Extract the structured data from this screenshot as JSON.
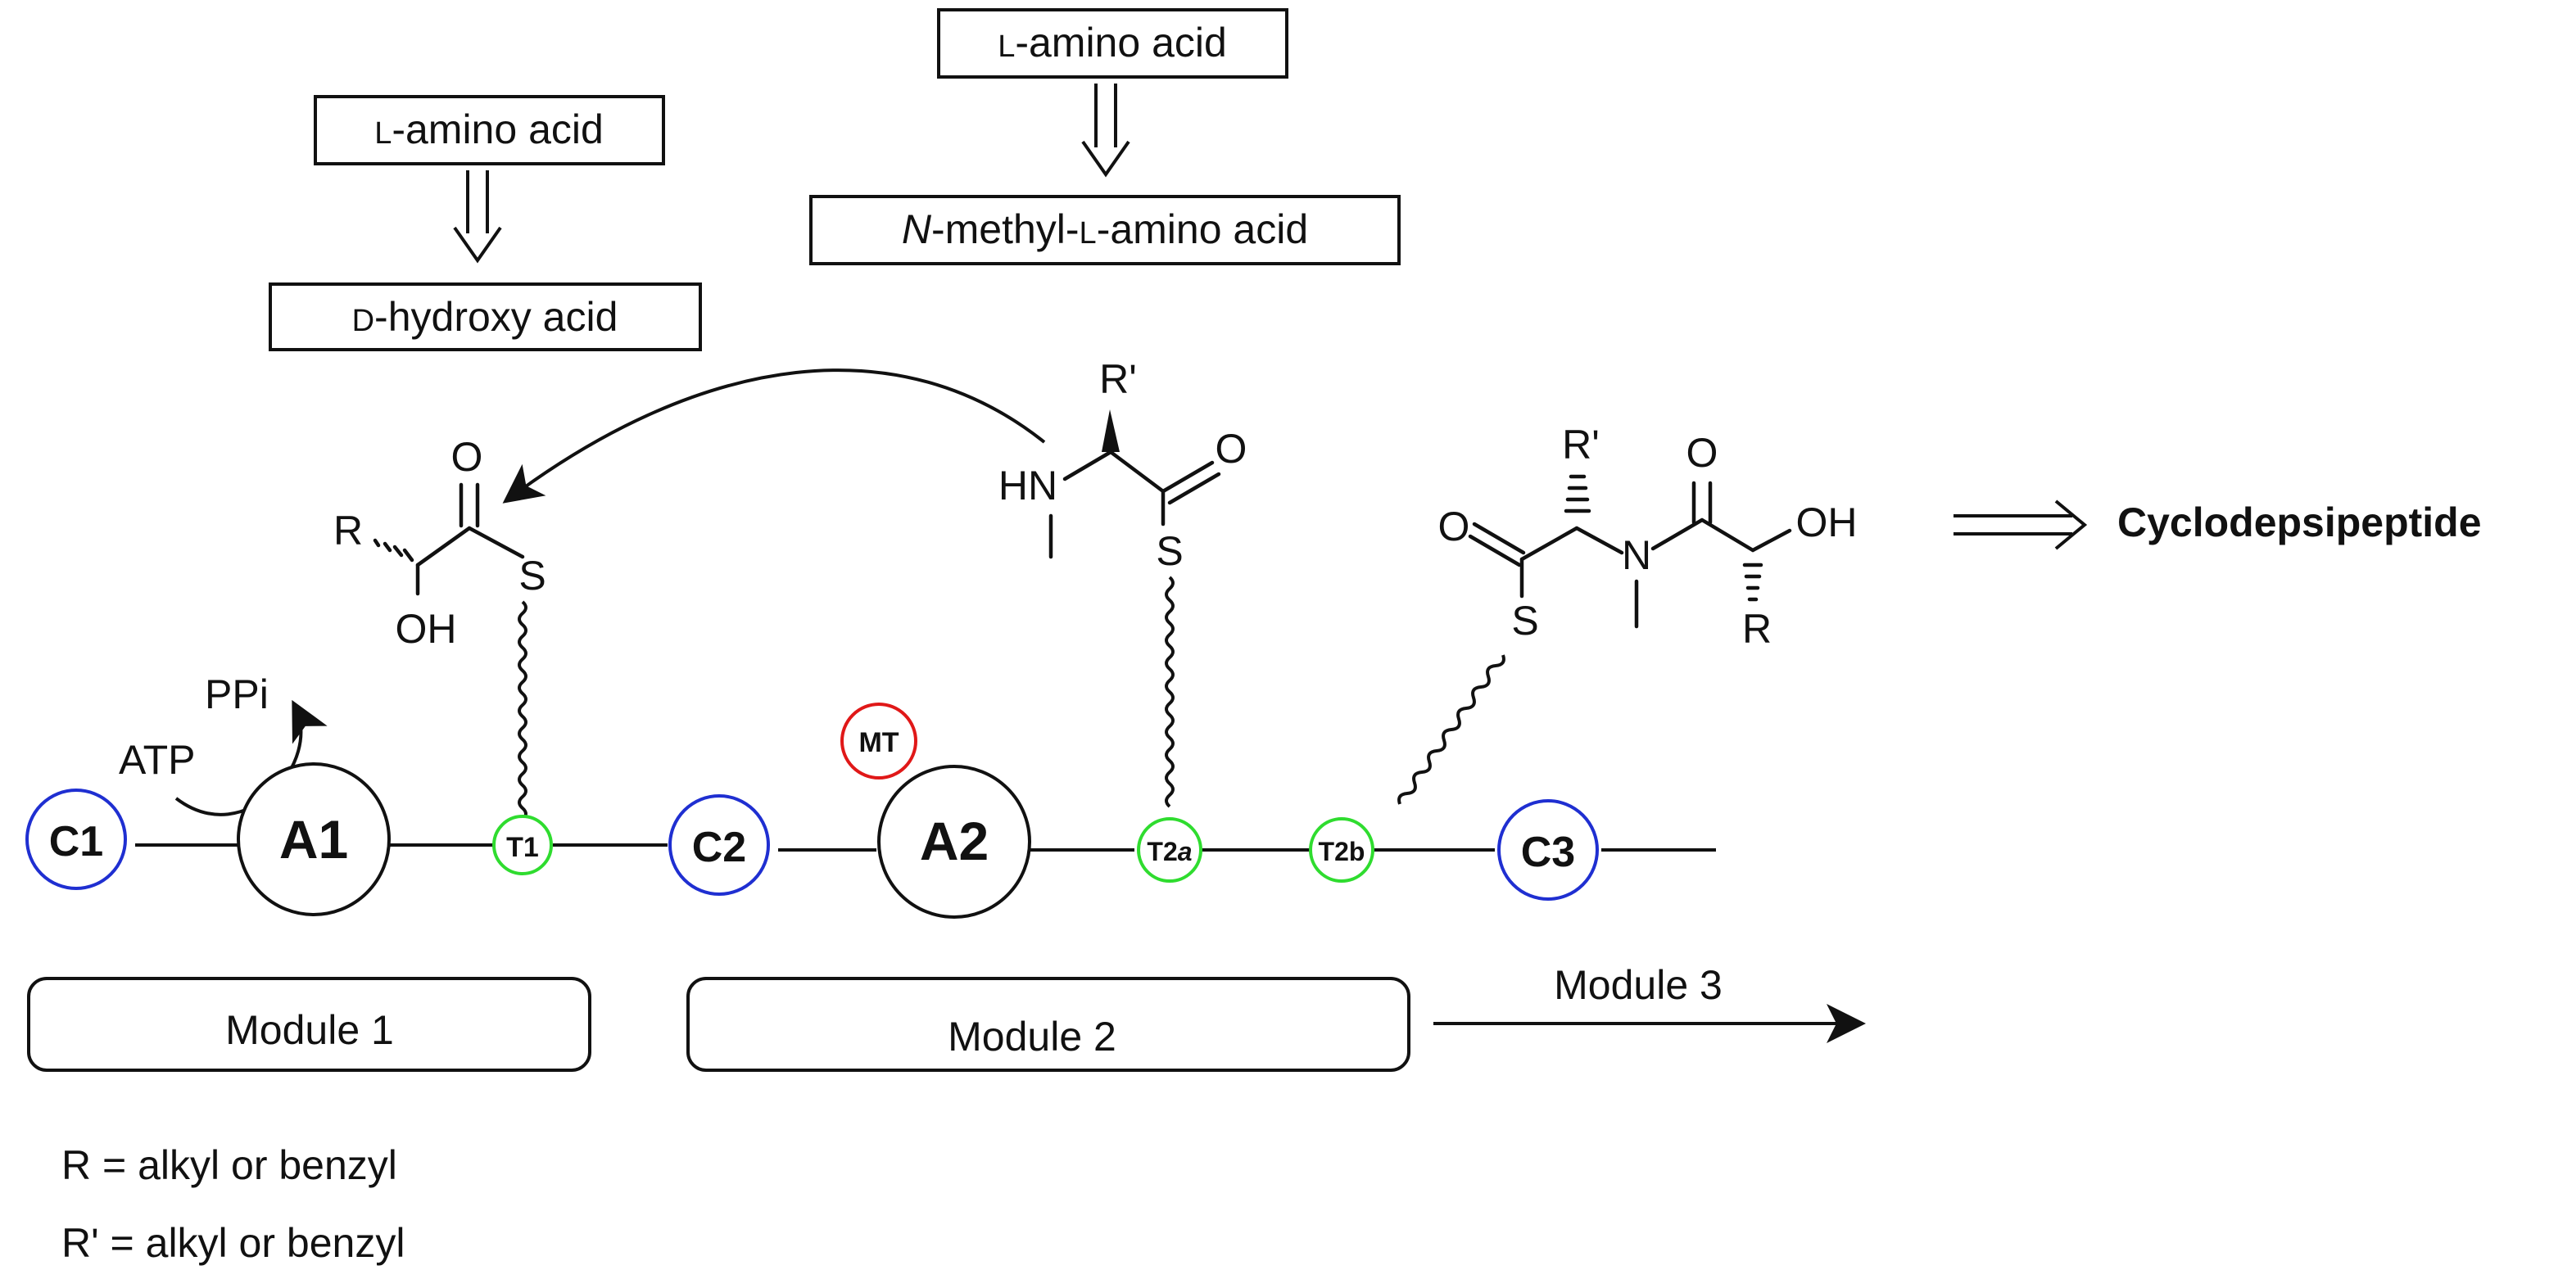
{
  "boxes": {
    "l_amino_acid_1": {
      "prefix": "L",
      "rest": "-amino acid"
    },
    "d_hydroxy_acid": {
      "prefix": "D",
      "rest": "-hydroxy acid"
    },
    "l_amino_acid_2": {
      "prefix": "L",
      "rest": "-amino acid"
    },
    "n_methyl_amino_acid": {
      "italic": "N",
      "mid": "-methyl-",
      "prefix": "L",
      "rest": "-amino acid"
    }
  },
  "product": "Cyclodepsipeptide",
  "atoms": {
    "r": "R",
    "o": "O",
    "s": "S",
    "oh": "OH",
    "hn": "HN",
    "r_prime": "R'",
    "n": "N"
  },
  "cofactors": {
    "atp": "ATP",
    "ppi": "PPi"
  },
  "domains": {
    "c1": "C1",
    "a1": "A1",
    "t1": "T1",
    "c2": "C2",
    "mt": "MT",
    "a2": "A2",
    "t2a_main": "T2",
    "t2a_italic": "a",
    "t2b": "T2b",
    "c3": "C3"
  },
  "modules": {
    "m1": "Module 1",
    "m2": "Module 2",
    "m3": "Module 3"
  },
  "legend": {
    "r_def": "R = alkyl or benzyl",
    "r_prime_def": "R' = alkyl or benzyl"
  },
  "colors": {
    "condensation": "#1f2fd1",
    "thiolation": "#2fdc2f",
    "methyltransferase": "#e01818",
    "adenylation": "#111111"
  }
}
